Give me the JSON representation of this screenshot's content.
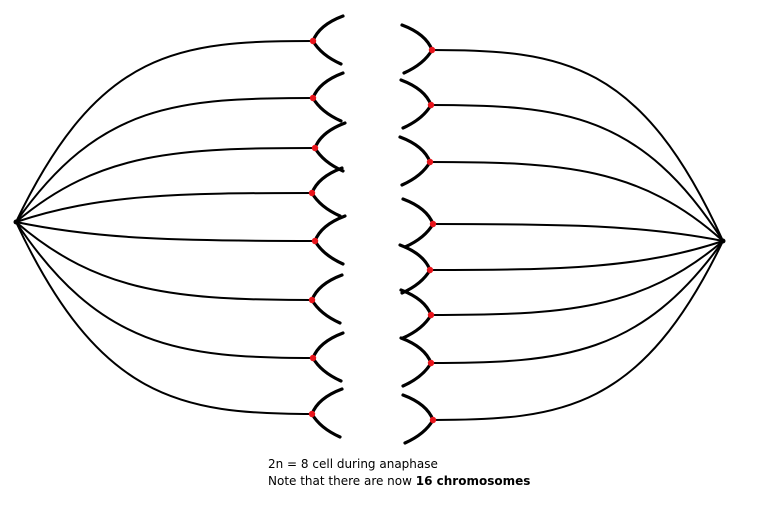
{
  "caption": {
    "line1": "2n = 8 cell during anaphase",
    "line2_prefix": "Note that there are now ",
    "line2_bold": "16 chromosomes"
  },
  "colors": {
    "spindle": "#000000",
    "chromosome": "#000000",
    "centromere": "#e8141b",
    "background": "#ffffff"
  },
  "chromosome_count": 16
}
